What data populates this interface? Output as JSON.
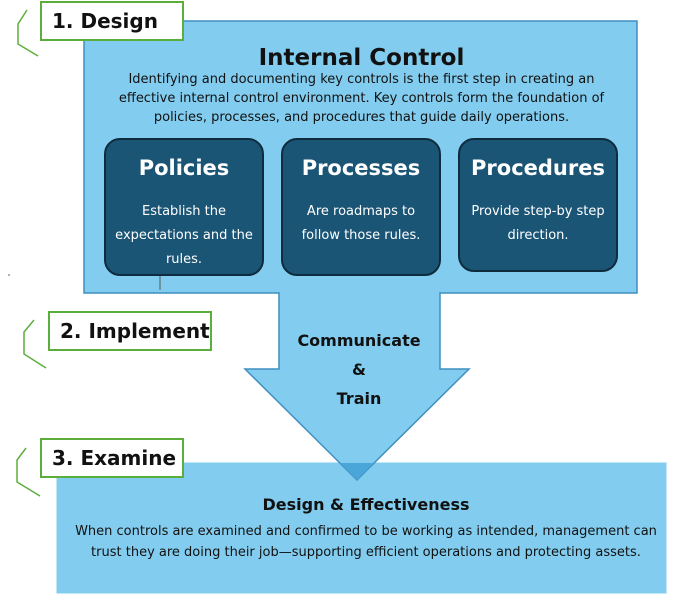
{
  "colors": {
    "box_fill": "#82cdef",
    "box_stroke": "#3f8fc0",
    "card_fill": "#1a5576",
    "card_stroke": "#0f2c3e",
    "step_border": "#5cae3c",
    "bottom_fill": "#82cdef"
  },
  "steps": [
    {
      "label": "1. Design"
    },
    {
      "label": "2. Implement"
    },
    {
      "label": "3. Examine"
    }
  ],
  "internal_control": {
    "title": "Internal Control",
    "description": "Identifying and documenting key controls is the first step in creating an effective internal control environment. Key controls form the foundation of policies, processes, and procedures that guide daily operations."
  },
  "cards": [
    {
      "title": "Policies",
      "body": "Establish the expectations and the rules."
    },
    {
      "title": "Processes",
      "body": "Are roadmaps to follow those rules."
    },
    {
      "title": "Procedures",
      "body": "Provide step-by step direction."
    }
  ],
  "arrow": {
    "line1": "Communicate",
    "line2": "&",
    "line3": "Train"
  },
  "effectiveness": {
    "title": "Design & Effectiveness",
    "description": "When controls are examined and confirmed to be working as intended, management can trust they are doing their job—supporting efficient operations and protecting assets."
  }
}
